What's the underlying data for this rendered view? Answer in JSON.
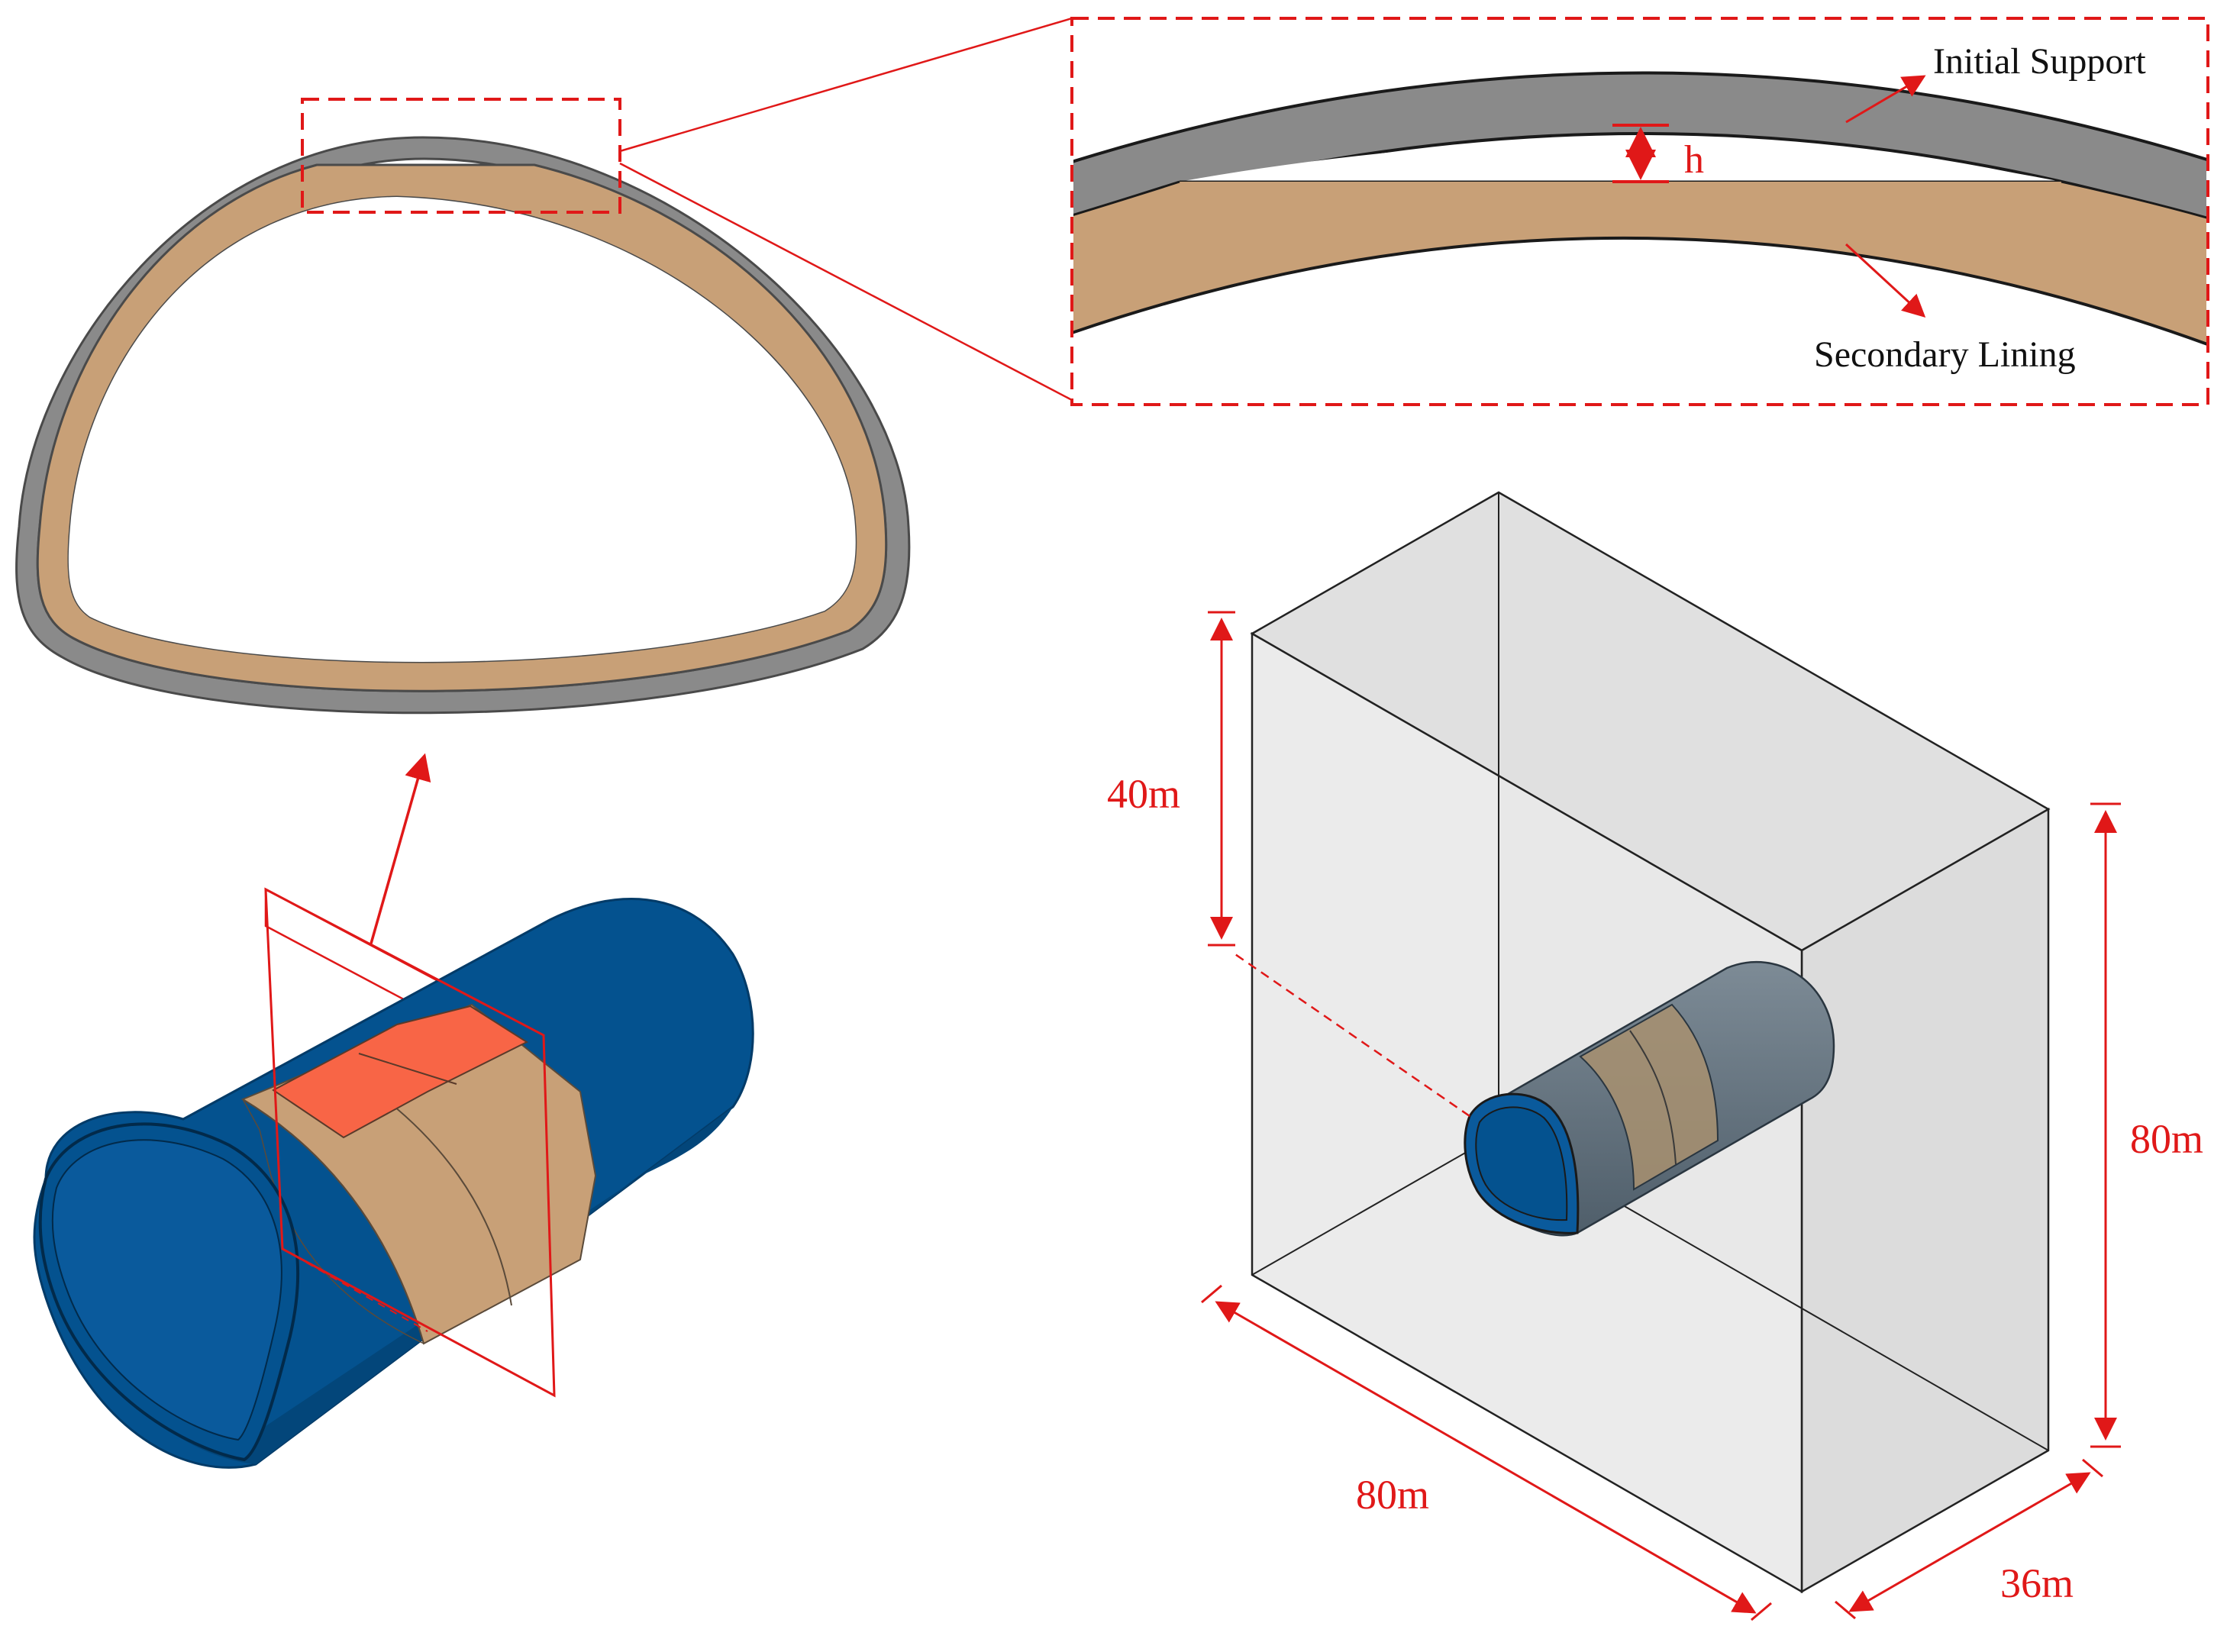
{
  "labels": {
    "initial_support": "Initial Support",
    "secondary_lining": "Secondary Lining",
    "void_height": "h",
    "depth_dim": "40m",
    "height_dim": "80m",
    "length_dim": "80m",
    "width_dim": "36m"
  },
  "colors": {
    "initial_support": "#8a8a8a",
    "secondary_lining": "#c8a077",
    "tunnel_shell": "#04528f",
    "defect_zone": "#f86546",
    "annotation": "#e01818",
    "model_box": "#e4e4e4"
  }
}
